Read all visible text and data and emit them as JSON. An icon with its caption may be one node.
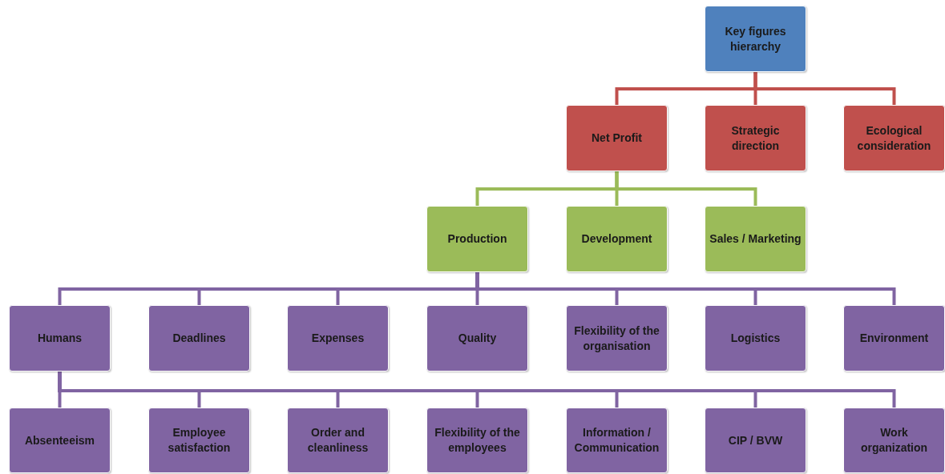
{
  "diagram": {
    "nodes": [
      {
        "text": [
          "Key figures hierarchy"
        ]
      },
      {
        "text": [
          "Net Profit"
        ]
      },
      {
        "text": [
          "Strategic direction"
        ]
      },
      {
        "text": [
          "Ecological consideration"
        ]
      },
      {
        "text": [
          "Production"
        ]
      },
      {
        "text": [
          "Development"
        ]
      },
      {
        "text": [
          "Sales / Marketing"
        ]
      },
      {
        "text": [
          "Humans"
        ]
      },
      {
        "text": [
          "Deadlines"
        ]
      },
      {
        "text": [
          "Expenses"
        ]
      },
      {
        "text": [
          "Quality"
        ]
      },
      {
        "text": [
          "Flexibility of the organisation"
        ]
      },
      {
        "text": [
          "Logistics"
        ]
      },
      {
        "text": [
          "Environment"
        ]
      },
      {
        "text": [
          "Absenteeism"
        ]
      },
      {
        "text": [
          "Employee satisfaction"
        ]
      },
      {
        "text": [
          "Order and cleanliness"
        ]
      },
      {
        "text": [
          "Flexibility of the employees"
        ]
      },
      {
        "text": [
          "Information / Communication"
        ]
      },
      {
        "text": [
          "CIP / BVW"
        ]
      },
      {
        "text": [
          "Work organization"
        ]
      }
    ],
    "edges": [
      {
        "from": 0,
        "to": 1,
        "arrow": "none",
        "color": "#c0504d"
      },
      {
        "from": 0,
        "to": 2,
        "arrow": "none",
        "color": "#c0504d"
      },
      {
        "from": 0,
        "to": 3,
        "arrow": "none",
        "color": "#c0504d"
      },
      {
        "from": 1,
        "to": 4,
        "arrow": "none",
        "color": "#9bbb59"
      },
      {
        "from": 1,
        "to": 5,
        "arrow": "none",
        "color": "#9bbb59"
      },
      {
        "from": 1,
        "to": 6,
        "arrow": "none",
        "color": "#9bbb59"
      },
      {
        "from": 4,
        "to": 7,
        "arrow": "none"
      },
      {
        "from": 4,
        "to": 8,
        "arrow": "none"
      },
      {
        "from": 4,
        "to": 9,
        "arrow": "none"
      },
      {
        "from": 4,
        "to": 10,
        "arrow": "none"
      },
      {
        "from": 4,
        "to": 11,
        "arrow": "none"
      },
      {
        "from": 4,
        "to": 12,
        "arrow": "none"
      },
      {
        "from": 4,
        "to": 13,
        "arrow": "none"
      },
      {
        "from": 7,
        "to": 14,
        "arrow": "none"
      },
      {
        "from": 7,
        "to": 15,
        "arrow": "none"
      },
      {
        "from": 7,
        "to": 16,
        "arrow": "none"
      },
      {
        "from": 7,
        "to": 17,
        "arrow": "none"
      },
      {
        "from": 7,
        "to": 18,
        "arrow": "none"
      },
      {
        "from": 7,
        "to": 19,
        "arrow": "none"
      },
      {
        "from": 7,
        "to": 20,
        "arrow": "none"
      }
    ]
  }
}
